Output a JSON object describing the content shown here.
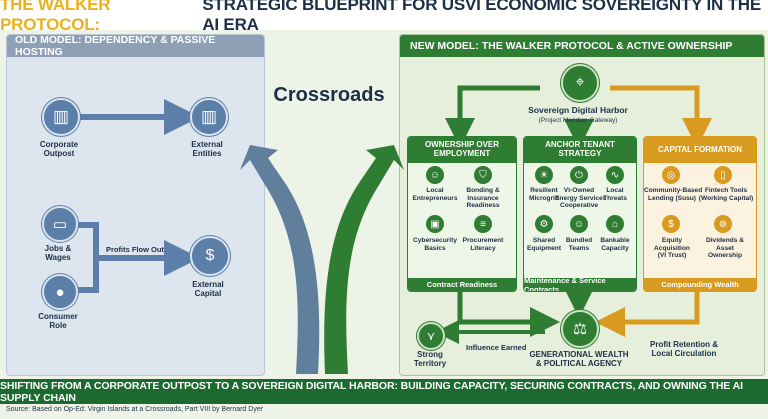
{
  "title": {
    "prefix": "THE WALKER PROTOCOL:",
    "main": "STRATEGIC BLUEPRINT FOR USVI ECONOMIC SOVEREIGNTY IN THE AI ERA"
  },
  "left_panel": {
    "header": "OLD MODEL: DEPENDENCY & PASSIVE HOSTING",
    "corporate_outpost": "Corporate\nOutpost",
    "external_entities": "External\nEntities",
    "jobs_wages": "Jobs &\nWages",
    "consumer_role": "Consumer\nRole",
    "profits_flow_out": "Profits Flow Out",
    "external_capital": "External\nCapital"
  },
  "crossroads": "Crossroads",
  "right_panel": {
    "header": "NEW MODEL: THE WALKER PROTOCOL & ACTIVE OWNERSHIP",
    "hub_title": "Sovereign Digital Harbor",
    "hub_subtitle": "(Project Meridian Gateway)",
    "col1": {
      "header": "OWNERSHIP OVER\nEMPLOYMENT",
      "items": [
        "Local\nEntrepreneurs",
        "Bonding &\nInsurance\nReadiness",
        "Cybersecurity\nBasics",
        "Procurement\nLiteracy"
      ],
      "footer": "Contract Readiness"
    },
    "col2": {
      "header": "ANCHOR TENANT\nSTRATEGY",
      "items": [
        "Resilient\nMicrogrid",
        "VI-Owned\nEnergy Services\nCooperative",
        "Local\nThreats",
        "Shared\nEquipment",
        "Bundled\nTeams",
        "Bankable\nCapacity"
      ],
      "footer": "Maintenance & Service Contracts"
    },
    "col3": {
      "header": "CAPITAL FORMATION",
      "items": [
        "Community-Based\nLending (Susu)",
        "Fintech Tools\n(Working Capital)",
        "Equity\nAcquisition\n(VI Trust)",
        "Dividends &\nAsset\nOwnership"
      ],
      "footer": "Compounding Wealth"
    },
    "strong_territory": "Strong\nTerritory",
    "influence_earned": "Influence Earned",
    "generational": "GENERATIONAL WEALTH\n& POLITICAL AGENCY",
    "profit_retention": "Profit Retention &\nLocal Circulation"
  },
  "footer": "SHIFTING FROM A CORPORATE OUTPOST TO A SOVEREIGN DIGITAL HARBOR: BUILDING CAPACITY, SECURING CONTRACTS, AND OWNING THE AI SUPPLY CHAIN",
  "source": "Source: Based on Op-Ed: Virgin Islands at a Crossroads, Part VIII by Bernard Dyer",
  "colors": {
    "navy": "#1c2f47",
    "gold": "#e8b21f",
    "green": "#2f7d32",
    "slate_blue": "#5b7fa8",
    "amber": "#d89a1f"
  },
  "icons": [
    "building-icon",
    "briefcase-icon",
    "person-icon",
    "money-hand-icon",
    "map-pin-icon",
    "people-icon",
    "shield-icon",
    "lock-icon",
    "document-icon",
    "solar-icon",
    "power-icon",
    "pulse-icon",
    "gear-icon",
    "bank-icon",
    "coins-icon",
    "phone-icon",
    "scale-icon",
    "eagle-icon"
  ]
}
